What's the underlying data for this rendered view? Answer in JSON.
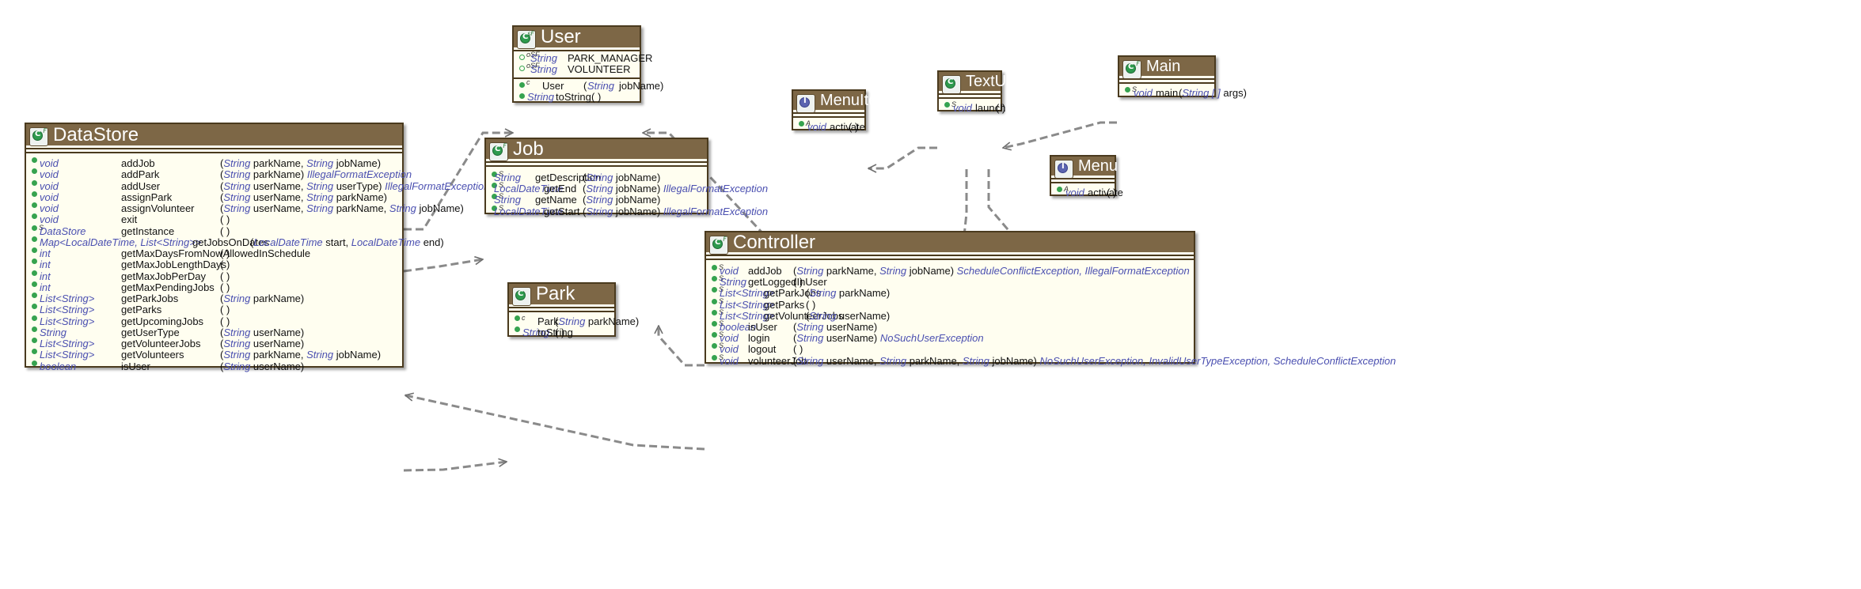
{
  "classes": {
    "user": {
      "name": "User",
      "stereo": "sF",
      "fields": [
        {
          "mod": "oSF",
          "type": "String",
          "name": "PARK_MANAGER"
        },
        {
          "mod": "oSF",
          "type": "String",
          "name": "VOLUNTEER"
        }
      ],
      "methods": [
        {
          "mod": "c",
          "ret": "",
          "name": "User",
          "pre": "(",
          "ptype": "String",
          "pname": " jobName)"
        },
        {
          "mod": "",
          "ret": "String",
          "name": "toString",
          "pre": "( )",
          "ptype": "",
          "pname": ""
        }
      ]
    },
    "datastore": {
      "name": "DataStore",
      "stereo": "F",
      "methods": [
        {
          "mod": "",
          "ret": "void",
          "name": "addJob",
          "params": "(String parkName, String jobName)",
          "exc": ""
        },
        {
          "mod": "",
          "ret": "void",
          "name": "addPark",
          "params": "(String parkName)",
          "exc": "IllegalFormatException"
        },
        {
          "mod": "",
          "ret": "void",
          "name": "addUser",
          "params": "(String userName, String userType)",
          "exc": "IllegalFormatException"
        },
        {
          "mod": "",
          "ret": "void",
          "name": "assignPark",
          "params": "(String userName, String parkName)",
          "exc": ""
        },
        {
          "mod": "",
          "ret": "void",
          "name": "assignVolunteer",
          "params": "(String userName, String parkName, String jobName)",
          "exc": ""
        },
        {
          "mod": "",
          "ret": "void",
          "name": "exit",
          "params": "( )",
          "exc": ""
        },
        {
          "mod": "S",
          "ret": "DataStore",
          "name": "getInstance",
          "params": "( )",
          "exc": ""
        },
        {
          "mod": "",
          "ret": "Map<LocalDateTime, List<String>>",
          "name": "getJobsOnDates",
          "params": "(LocalDateTime start, LocalDateTime end)",
          "exc": ""
        },
        {
          "mod": "",
          "ret": "int",
          "name": "getMaxDaysFromNowAllowedInSchedule",
          "params": "( )",
          "exc": ""
        },
        {
          "mod": "",
          "ret": "int",
          "name": "getMaxJobLengthDays",
          "params": "( )",
          "exc": ""
        },
        {
          "mod": "",
          "ret": "int",
          "name": "getMaxJobPerDay",
          "params": "( )",
          "exc": ""
        },
        {
          "mod": "",
          "ret": "int",
          "name": "getMaxPendingJobs",
          "params": "( )",
          "exc": ""
        },
        {
          "mod": "",
          "ret": "List<String>",
          "name": "getParkJobs",
          "params": "(String parkName)",
          "exc": ""
        },
        {
          "mod": "",
          "ret": "List<String>",
          "name": "getParks",
          "params": "( )",
          "exc": ""
        },
        {
          "mod": "",
          "ret": "List<String>",
          "name": "getUpcomingJobs",
          "params": "( )",
          "exc": ""
        },
        {
          "mod": "",
          "ret": "String",
          "name": "getUserType",
          "params": "(String userName)",
          "exc": ""
        },
        {
          "mod": "",
          "ret": "List<String>",
          "name": "getVolunteerJobs",
          "params": "(String userName)",
          "exc": ""
        },
        {
          "mod": "",
          "ret": "List<String>",
          "name": "getVolunteers",
          "params": "(String parkName, String jobName)",
          "exc": ""
        },
        {
          "mod": "",
          "ret": "boolean",
          "name": "isUser",
          "params": "(String userName)",
          "exc": ""
        }
      ]
    },
    "job": {
      "name": "Job",
      "stereo": "F",
      "methods": [
        {
          "mod": "S",
          "ret": "String",
          "name": "getDescription",
          "params": "(String jobName)",
          "exc": ""
        },
        {
          "mod": "S",
          "ret": "LocalDateTime",
          "name": "getEnd",
          "params": "(String jobName)",
          "exc": "IllegalFormatException"
        },
        {
          "mod": "S",
          "ret": "String",
          "name": "getName",
          "params": "(String jobName)",
          "exc": ""
        },
        {
          "mod": "S",
          "ret": "LocalDateTime",
          "name": "getStart",
          "params": "(String jobName)",
          "exc": "IllegalFormatException"
        }
      ]
    },
    "park": {
      "name": "Park",
      "stereo": "",
      "methods": [
        {
          "mod": "c",
          "ret": "",
          "name": "Park",
          "params": "(String parkName)",
          "exc": ""
        },
        {
          "mod": "",
          "ret": "String",
          "name": "toString",
          "params": "( )",
          "exc": ""
        }
      ]
    },
    "controller": {
      "name": "Controller",
      "stereo": "F",
      "methods": [
        {
          "mod": "S",
          "ret": "void",
          "name": "addJob",
          "params": "(String parkName, String jobName)",
          "exc": "ScheduleConflictException, IllegalFormatException"
        },
        {
          "mod": "S",
          "ret": "String",
          "name": "getLoggedInUser",
          "params": "( )",
          "exc": ""
        },
        {
          "mod": "S",
          "ret": "List<String>",
          "name": "getParkJobs",
          "params": "(String parkName)",
          "exc": ""
        },
        {
          "mod": "S",
          "ret": "List<String>",
          "name": "getParks",
          "params": "( )",
          "exc": ""
        },
        {
          "mod": "S",
          "ret": "List<String>",
          "name": "getVolunteerJobs",
          "params": "(String userName)",
          "exc": ""
        },
        {
          "mod": "S",
          "ret": "boolean",
          "name": "isUser",
          "params": "(String userName)",
          "exc": ""
        },
        {
          "mod": "S",
          "ret": "void",
          "name": "login",
          "params": "(String userName)",
          "exc": "NoSuchUserException"
        },
        {
          "mod": "S",
          "ret": "void",
          "name": "logout",
          "params": "( )",
          "exc": ""
        },
        {
          "mod": "S",
          "ret": "void",
          "name": "volunteerJob",
          "params": "(String userName, String parkName, String jobName)",
          "exc": "NoSuchUserException, InvalidUserTypeException, ScheduleConflictException"
        }
      ]
    },
    "menuitem": {
      "name": "MenuItem",
      "stereo": "",
      "methods": [
        {
          "mod": "A",
          "ret": "void",
          "name": "activate",
          "params": "( )",
          "exc": ""
        }
      ]
    },
    "textui": {
      "name": "TextUI",
      "stereo": "",
      "methods": [
        {
          "mod": "S",
          "ret": "void",
          "name": "launch",
          "params": "( )",
          "exc": ""
        }
      ]
    },
    "menu": {
      "name": "Menu",
      "stereo": "",
      "methods": [
        {
          "mod": "A",
          "ret": "void",
          "name": "activate",
          "params": "( )",
          "exc": ""
        }
      ]
    },
    "main": {
      "name": "Main",
      "stereo": "F",
      "methods": [
        {
          "mod": "S",
          "ret": "void",
          "name": "main",
          "params": "(String [ ] args)",
          "exc": ""
        }
      ]
    }
  },
  "colors": {
    "header": "#7d6746",
    "body": "#fffef0",
    "border": "#4a3a1e",
    "type": "#4a4fb0",
    "visibility_dot": "#36a34f",
    "edge": "#8a8a8a"
  }
}
